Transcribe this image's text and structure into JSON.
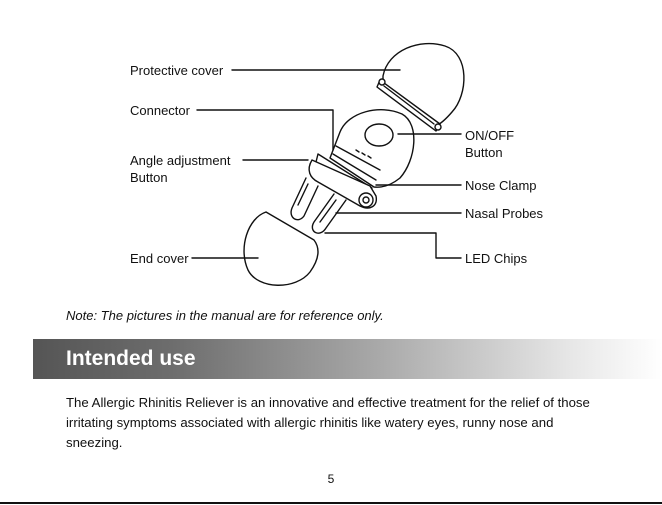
{
  "diagram": {
    "labels": {
      "protective_cover": "Protective cover",
      "connector": "Connector",
      "angle_adjustment_1": "Angle adjustment",
      "angle_adjustment_2": "Button",
      "end_cover": "End cover",
      "on_off_1": "ON/OFF",
      "on_off_2": "Button",
      "nose_clamp": "Nose Clamp",
      "nasal_probes": "Nasal Probes",
      "led_chips": "LED Chips"
    }
  },
  "note": "Note: The pictures in the manual are for reference only.",
  "section": {
    "title": "Intended use",
    "body": "The Allergic Rhinitis Reliever is an innovative and effective treatment for the relief of those irritating symptoms associated with allergic rhinitis like watery eyes, runny nose and sneezing."
  },
  "page_number": "5"
}
